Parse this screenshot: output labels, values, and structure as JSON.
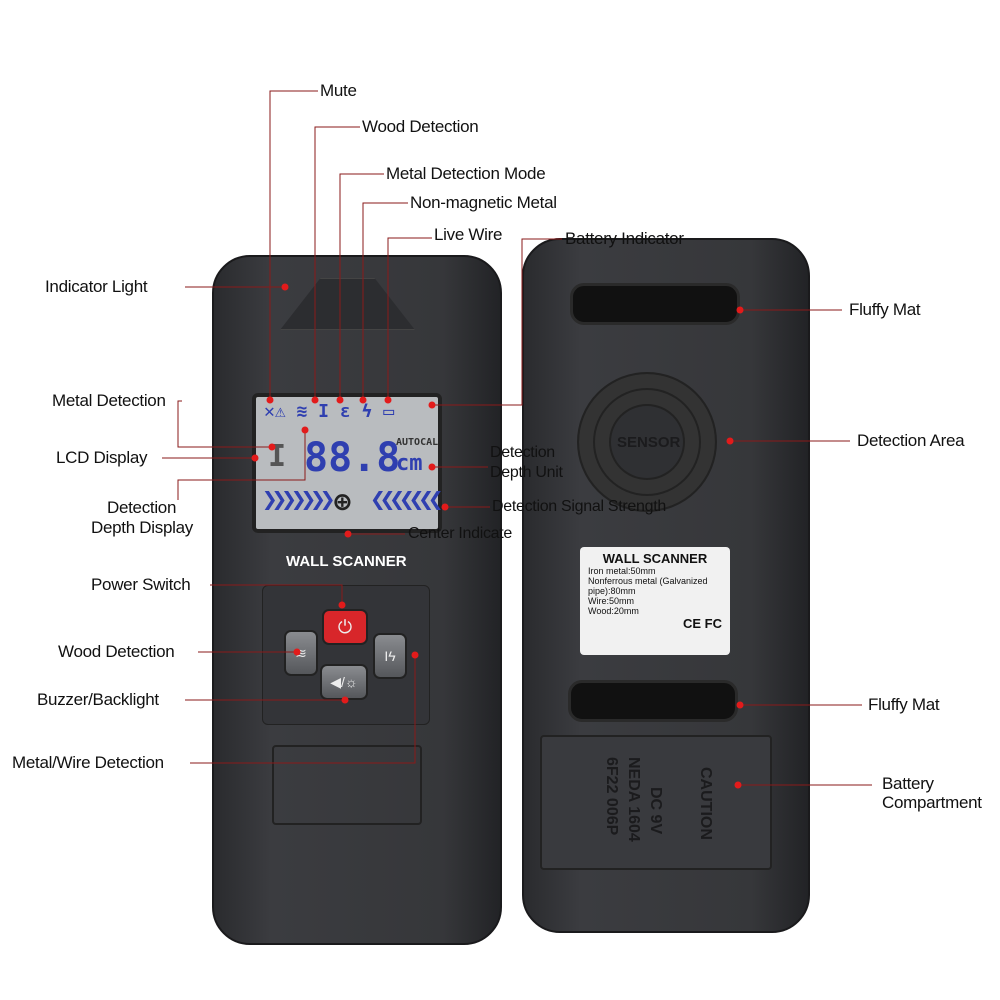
{
  "callouts": {
    "mute": "Mute",
    "wood_detection_top": "Wood Detection",
    "metal_detection_mode": "Metal Detection Mode",
    "non_magnetic_metal": "Non-magnetic Metal",
    "live_wire": "Live Wire",
    "battery_indicator": "Battery Indicator",
    "indicator_light": "Indicator Light",
    "metal_detection": "Metal Detection",
    "lcd_display": "LCD Display",
    "detection_depth_display_1": "Detection",
    "detection_depth_display_2": "Depth Display",
    "detection_depth_unit_1": "Detection",
    "detection_depth_unit_2": "Depth Unit",
    "detection_signal_strength": "Detection Signal Strength",
    "center_indicate": "Center Indicate",
    "power_switch": "Power Switch",
    "wood_detection": "Wood Detection",
    "buzzer_backlight": "Buzzer/Backlight",
    "metal_wire_detection": "Metal/Wire Detection",
    "fluffy_mat_top": "Fluffy Mat",
    "detection_area": "Detection Area",
    "fluffy_mat_bottom": "Fluffy Mat",
    "battery_compartment_1": "Battery",
    "battery_compartment_2": "Compartment"
  },
  "front": {
    "lcd_digits": "88.8",
    "lcd_unit": "cm",
    "lcd_autocal": "AUTOCAL",
    "brand": "WALL SCANNER"
  },
  "back": {
    "sensor": "SENSOR",
    "sticker": {
      "title": "WALL SCANNER",
      "specs": [
        "Iron metal:50mm",
        "Nonferrous metal (Galvanized pipe):80mm",
        "Wire:50mm",
        "Wood:20mm"
      ],
      "marks": "CE FC"
    },
    "battery_cover": {
      "caution": "CAUTION",
      "voltage": "DC 9V",
      "neda": "NEDA 1604",
      "type": "6F22 006P"
    }
  },
  "colors": {
    "leader": "#8a1a1a",
    "dot": "#e21b1b",
    "lcd_segment": "#2f3fb0",
    "power_button": "#d8262a"
  }
}
